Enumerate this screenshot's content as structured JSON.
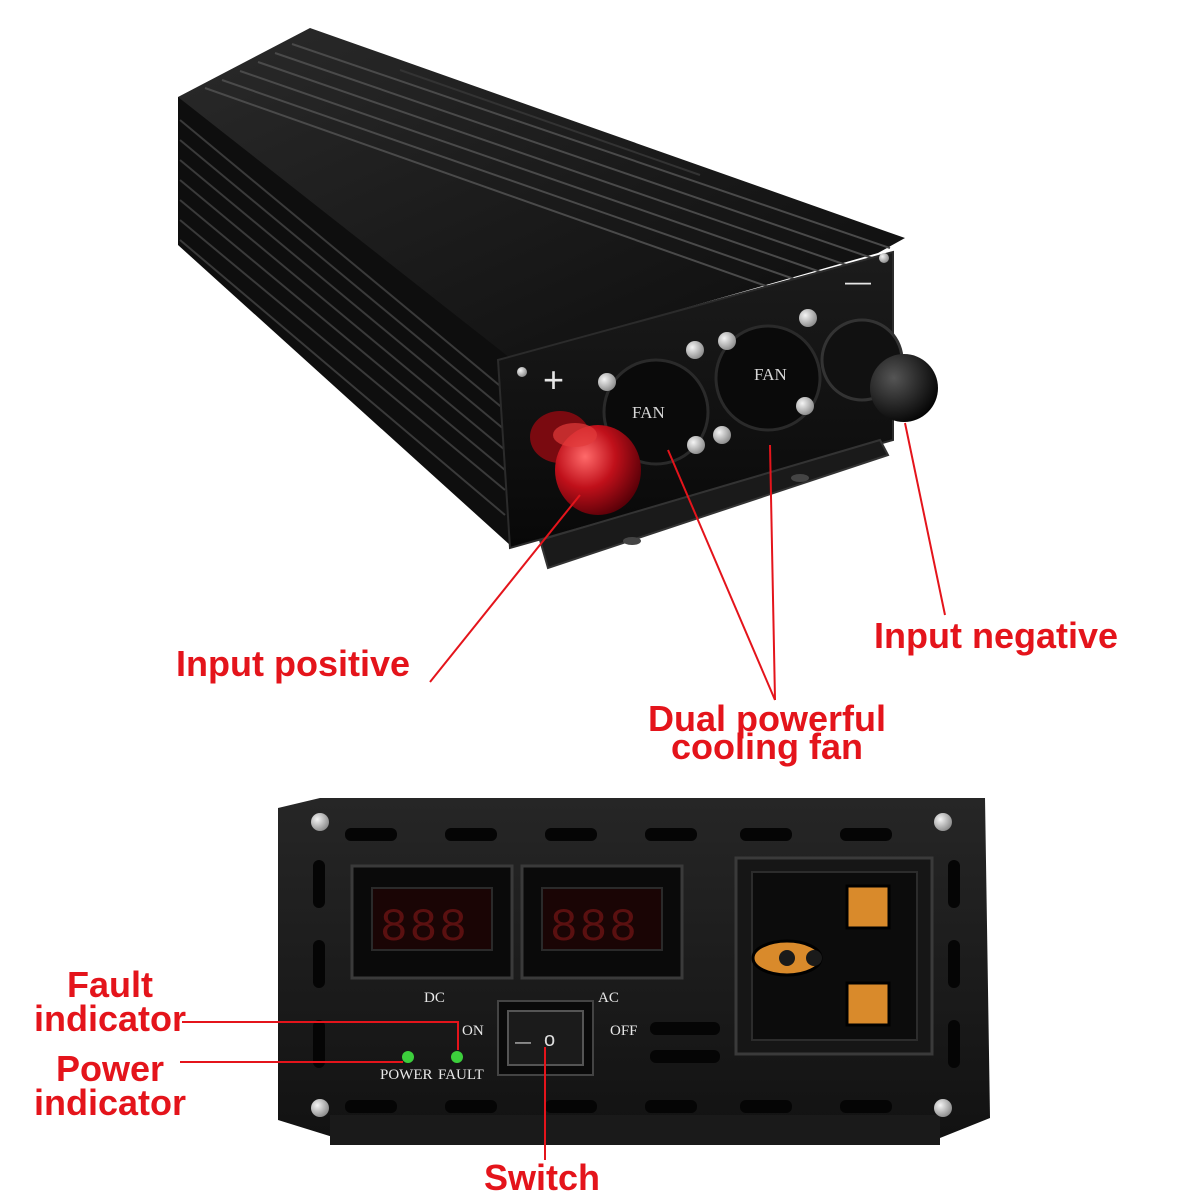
{
  "callouts": {
    "input_positive": "Input positive",
    "input_negative": "Input negative",
    "cooling_fan_line1": "Dual powerful",
    "cooling_fan_line2": "cooling fan",
    "fault_indicator_line1": "Fault",
    "fault_indicator_line2": "indicator",
    "power_indicator_line1": "Power",
    "power_indicator_line2": "indicator",
    "switch": "Switch"
  },
  "device_markings": {
    "plus_symbol": "+",
    "minus_symbol": "—",
    "fan_left": "FAN",
    "fan_right": "FAN",
    "dc_label": "DC",
    "ac_label": "AC",
    "on_label": "ON",
    "off_label": "OFF",
    "power_led_label": "POWER",
    "fault_led_label": "FAULT",
    "display_dc_digits": "888",
    "display_ac_digits": "888",
    "switch_off_mark": "—",
    "switch_on_mark": "o"
  },
  "colors": {
    "callout_red": "#e4141b",
    "casing_black": "#141414",
    "terminal_red": "#c0101a",
    "led_green": "#3ccf3c",
    "socket_orange": "#d98a2b"
  }
}
